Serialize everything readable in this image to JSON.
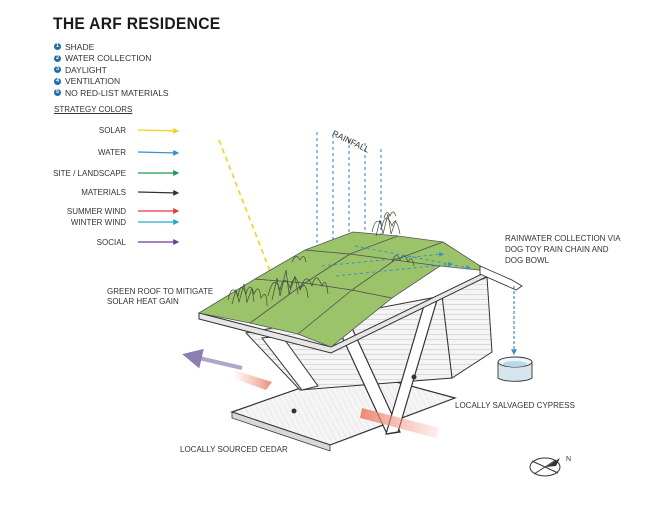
{
  "title": "THE ARF RESIDENCE",
  "strategies": [
    {
      "num": "1",
      "label": "SHADE"
    },
    {
      "num": "2",
      "label": "WATER COLLECTION"
    },
    {
      "num": "3",
      "label": "DAYLIGHT"
    },
    {
      "num": "4",
      "label": "VENTILATION"
    },
    {
      "num": "5",
      "label": "NO RED-LIST MATERIALS"
    }
  ],
  "legend": {
    "title": "STRATEGY COLORS",
    "items": [
      {
        "label": "SOLAR",
        "color": "#f2d21b"
      },
      {
        "label": "WATER",
        "color": "#3b8fc4"
      },
      {
        "label": "SITE / LANDSCAPE",
        "color": "#1f9a4c"
      },
      {
        "label": "MATERIALS",
        "color": "#3a2f2b"
      },
      {
        "label": "SUMMER WIND",
        "color": "#e0393e"
      },
      {
        "label": "WINTER WIND",
        "color": "#27a6cf"
      },
      {
        "label": "SOCIAL",
        "color": "#6b3c9a"
      }
    ]
  },
  "annotations": {
    "rainfall": "RAINFALL",
    "rainwater_1": "RAINWATER COLLECTION VIA",
    "rainwater_2": "DOG TOY RAIN CHAIN AND",
    "rainwater_3": "DOG BOWL",
    "green_roof_1": "GREEN ROOF TO MITIGATE",
    "green_roof_2": "SOLAR HEAT GAIN",
    "cypress": "LOCALLY SALVAGED CYPRESS",
    "cedar": "LOCALLY SOURCED CEDAR",
    "north": "N"
  }
}
